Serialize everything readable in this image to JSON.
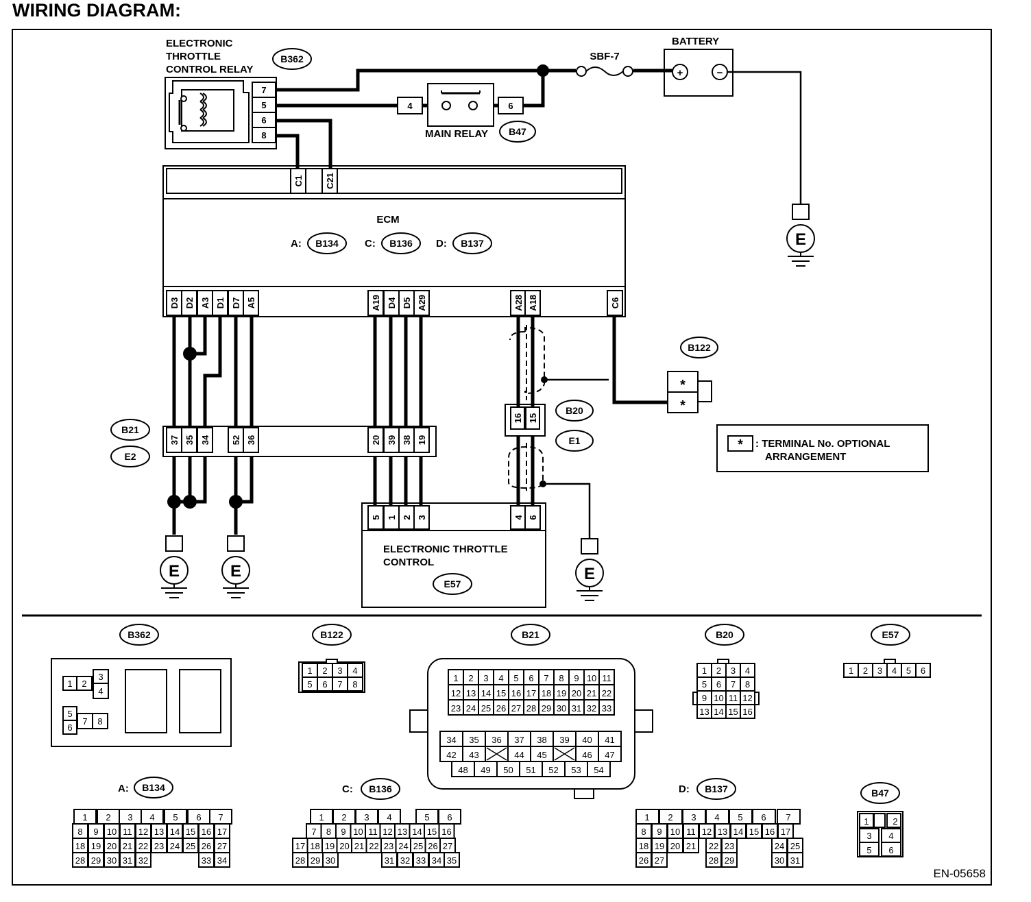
{
  "title": "WIRING DIAGRAM:",
  "doc_code": "EN-05658",
  "relay": {
    "name_lines": [
      "ELECTRONIC",
      "THROTTLE",
      "CONTROL RELAY"
    ],
    "code": "B362",
    "pins": [
      "7",
      "5",
      "6",
      "8"
    ]
  },
  "battery": {
    "label": "BATTERY",
    "plus": "+",
    "minus": "−"
  },
  "fuse": {
    "label": "SBF-7"
  },
  "main_relay": {
    "label": "MAIN RELAY",
    "code": "B47",
    "pin_left": "4",
    "pin_right": "6"
  },
  "ecm": {
    "label": "ECM",
    "connectors": [
      {
        "prefix": "A:",
        "code": "B134"
      },
      {
        "prefix": "C:",
        "code": "B136"
      },
      {
        "prefix": "D:",
        "code": "B137"
      }
    ],
    "top_pins": [
      "C1",
      "C21"
    ],
    "bottom_pins": [
      "D3",
      "D2",
      "A3",
      "D1",
      "D7",
      "A5",
      "A19",
      "D4",
      "D5",
      "A29",
      "A28",
      "A18",
      "C6"
    ]
  },
  "ground": {
    "symbol": "E"
  },
  "b122": {
    "code": "B122",
    "pin_mark": "*"
  },
  "b20": {
    "code": "B20",
    "code2": "E1",
    "pins": [
      "16",
      "15"
    ]
  },
  "b21": {
    "code": "B21",
    "code2": "E2",
    "pins": [
      "37",
      "35",
      "34",
      "52",
      "36",
      "20",
      "39",
      "38",
      "19"
    ]
  },
  "etc": {
    "name_lines": [
      "ELECTRONIC THROTTLE",
      "CONTROL"
    ],
    "code": "E57",
    "pins": [
      "5",
      "1",
      "2",
      "3",
      "4",
      "6"
    ]
  },
  "legend": {
    "mark": "*",
    "line1": ": TERMINAL No. OPTIONAL",
    "line2": "ARRANGEMENT"
  },
  "views": {
    "b362": {
      "code": "B362",
      "left_top": [
        "1",
        "2"
      ],
      "left_stack_top": [
        "3",
        "4"
      ],
      "left_stack_bottom": [
        "5",
        "6"
      ],
      "left_bottom": [
        "7",
        "8"
      ]
    },
    "b122": {
      "code": "B122",
      "rows": [
        [
          "1",
          "2",
          "3",
          "4"
        ],
        [
          "5",
          "6",
          "7",
          "8"
        ]
      ]
    },
    "b21": {
      "code": "B21",
      "upper_rows": [
        [
          "1",
          "2",
          "3",
          "4",
          "5",
          "6",
          "7",
          "8",
          "9",
          "10",
          "11"
        ],
        [
          "12",
          "13",
          "14",
          "15",
          "16",
          "17",
          "18",
          "19",
          "20",
          "21",
          "22"
        ],
        [
          "23",
          "24",
          "25",
          "26",
          "27",
          "28",
          "29",
          "30",
          "31",
          "32",
          "33"
        ]
      ],
      "lower_rows": [
        [
          "34",
          "35",
          "36",
          "37",
          "38",
          "39",
          "40",
          "41"
        ],
        [
          "42",
          "43",
          "",
          "44",
          "45",
          "",
          "46",
          "47"
        ],
        [
          "48",
          "49",
          "50",
          "51",
          "52",
          "53",
          "54"
        ]
      ]
    },
    "b20": {
      "code": "B20",
      "rows": [
        [
          "1",
          "2",
          "3",
          "4"
        ],
        [
          "5",
          "6",
          "7",
          "8"
        ],
        [
          "9",
          "10",
          "11",
          "12"
        ],
        [
          "13",
          "14",
          "15",
          "16"
        ]
      ]
    },
    "e57": {
      "code": "E57",
      "cells": [
        "1",
        "2",
        "3",
        "4",
        "5",
        "6"
      ]
    },
    "b134": {
      "prefix": "A:",
      "code": "B134",
      "rows": [
        [
          "",
          "1",
          "2",
          "3",
          "4",
          "5",
          "6",
          "7"
        ],
        [
          "8",
          "9",
          "10",
          "11",
          "12",
          "13",
          "14",
          "15",
          "16",
          "17"
        ],
        [
          "18",
          "19",
          "20",
          "21",
          "22",
          "23",
          "24",
          "25",
          "26",
          "27"
        ],
        [
          "28",
          "29",
          "30",
          "31",
          "32",
          "33",
          "34"
        ]
      ]
    },
    "b136": {
      "prefix": "C:",
      "code": "B136",
      "rows": [
        [
          "1",
          "2",
          "3",
          "4",
          "5",
          "6"
        ],
        [
          "7",
          "8",
          "9",
          "10",
          "11",
          "12",
          "13",
          "14",
          "15",
          "16"
        ],
        [
          "17",
          "18",
          "19",
          "20",
          "21",
          "22",
          "23",
          "24",
          "25",
          "26",
          "27"
        ],
        [
          "28",
          "29",
          "30",
          "31",
          "32",
          "33",
          "34",
          "35"
        ]
      ]
    },
    "b137": {
      "prefix": "D:",
      "code": "B137",
      "rows": [
        [
          "1",
          "2",
          "3",
          "4",
          "5",
          "6",
          "7"
        ],
        [
          "8",
          "9",
          "10",
          "11",
          "12",
          "13",
          "14",
          "15",
          "16",
          "17"
        ],
        [
          "18",
          "19",
          "20",
          "21",
          "22",
          "23",
          "24",
          "25"
        ],
        [
          "26",
          "27",
          "28",
          "29",
          "30",
          "31"
        ]
      ]
    },
    "b47": {
      "code": "B47",
      "cells": [
        "1",
        "2",
        "3",
        "4",
        "5",
        "6"
      ]
    }
  }
}
